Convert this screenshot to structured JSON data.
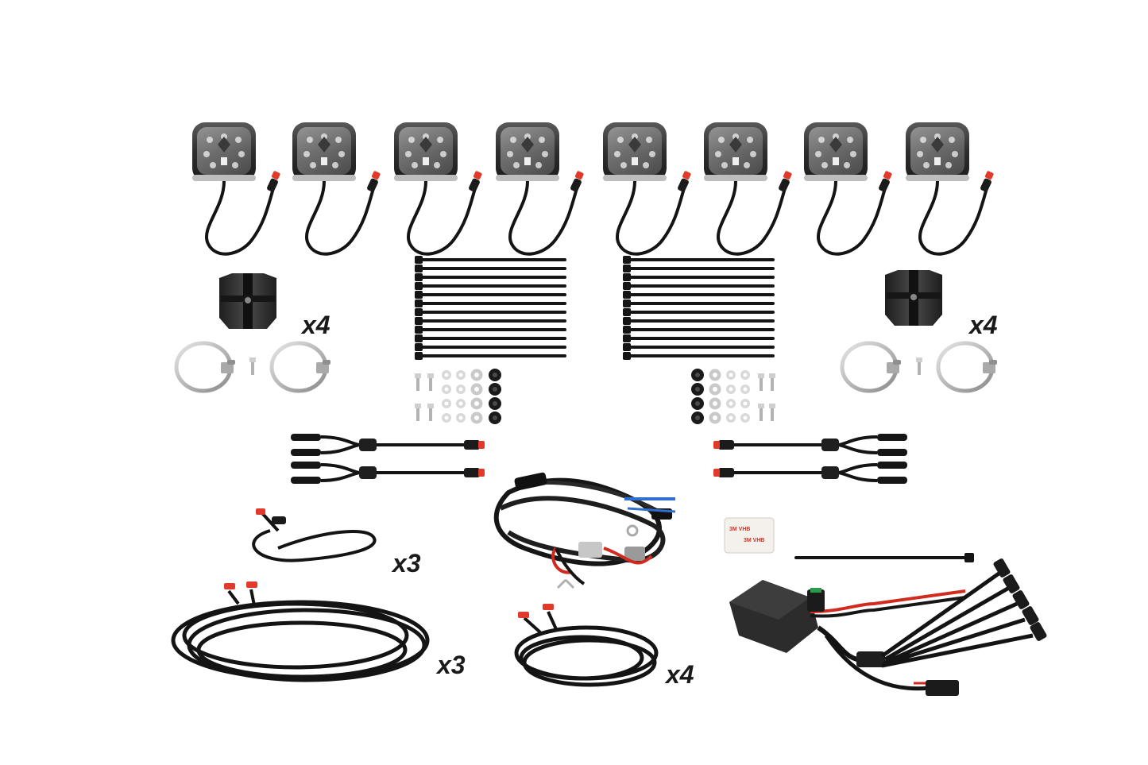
{
  "scene": {
    "background": "#ffffff",
    "colors": {
      "cable": "#141414",
      "pod_body": "#2f2f2f",
      "pod_lens": "#9a9a9a",
      "connector_tip": "#e23a2a",
      "metal": "#b8b8b8",
      "harness_red": "#d12b20",
      "harness_blue": "#2f6fd1"
    }
  },
  "pods": {
    "count": 8,
    "icon": "led-rock-light-pod-icon"
  },
  "mounts": {
    "left": {
      "quantity": "x4",
      "icon": "clamp-mount-icon"
    },
    "right": {
      "quantity": "x4",
      "icon": "clamp-mount-icon"
    }
  },
  "zip_ties": {
    "per_bundle": 12,
    "icon": "zip-tie-icon"
  },
  "hardware": {
    "icon": "bolt-washer-nut-icon"
  },
  "splitters": {
    "icon": "y-splitter-cable-icon"
  },
  "harness": {
    "icon": "wiring-harness-icon"
  },
  "adhesive_pad": {
    "text": "3M VHB",
    "icon": "adhesive-tape-pad-icon"
  },
  "controller": {
    "icon": "bluetooth-controller-module-icon"
  },
  "extensions": {
    "short": {
      "quantity": "x3",
      "icon": "extension-cable-icon"
    },
    "long": {
      "quantity": "x3",
      "icon": "extension-cable-icon"
    },
    "medium": {
      "quantity": "x4",
      "icon": "extension-cable-icon"
    }
  }
}
